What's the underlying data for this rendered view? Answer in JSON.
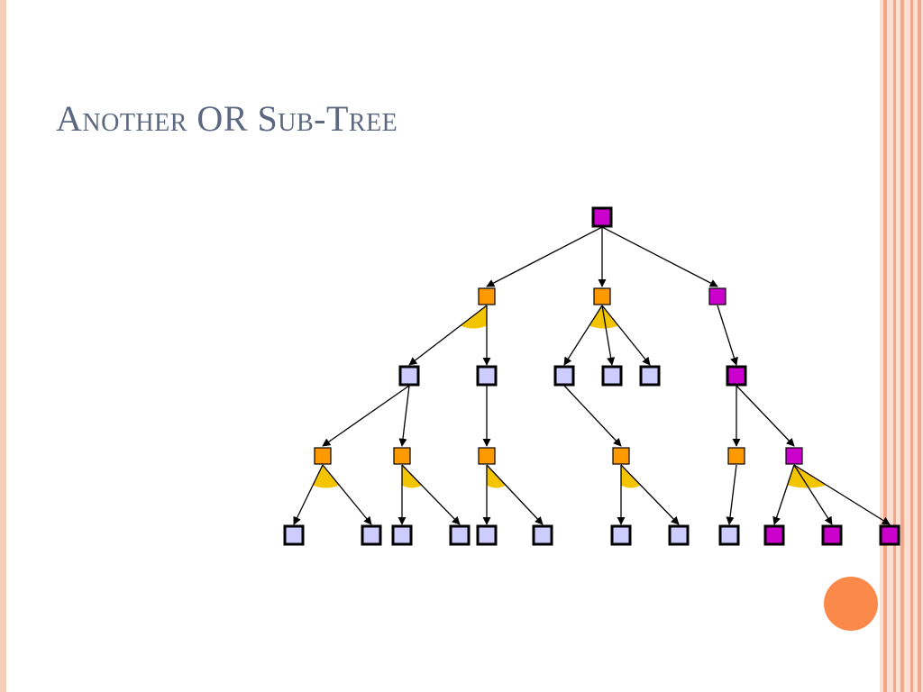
{
  "slide": {
    "title": "Another OR Sub-Tree"
  },
  "colors": {
    "goal_node": "#cc00cc",
    "or_node": "#ff9900",
    "leaf_node": "#ccccff",
    "and_arc": "#f2c500",
    "edge": "#000000",
    "title": "#5c6880",
    "accent_dot": "#fb8a4a",
    "border_stripe": "#f3a78a"
  },
  "tree": {
    "root": {
      "kind": "goal",
      "children": [
        {
          "kind": "or",
          "and_arc": true,
          "children": [
            {
              "kind": "leaf",
              "children": [
                {
                  "kind": "or",
                  "and_arc": true,
                  "children": [
                    {
                      "kind": "leaf"
                    },
                    {
                      "kind": "leaf"
                    }
                  ]
                },
                {
                  "kind": "or",
                  "and_arc": true,
                  "children": [
                    {
                      "kind": "leaf"
                    },
                    {
                      "kind": "leaf"
                    }
                  ]
                }
              ]
            },
            {
              "kind": "leaf",
              "children": [
                {
                  "kind": "or",
                  "and_arc": true,
                  "children": [
                    {
                      "kind": "leaf"
                    },
                    {
                      "kind": "leaf"
                    }
                  ]
                }
              ]
            }
          ]
        },
        {
          "kind": "or",
          "and_arc": true,
          "children": [
            {
              "kind": "leaf",
              "children": [
                {
                  "kind": "or",
                  "and_arc": true,
                  "children": [
                    {
                      "kind": "leaf"
                    },
                    {
                      "kind": "leaf"
                    }
                  ]
                }
              ]
            },
            {
              "kind": "leaf"
            },
            {
              "kind": "leaf"
            }
          ]
        },
        {
          "kind": "goal_small",
          "children": [
            {
              "kind": "goal",
              "children": [
                {
                  "kind": "or",
                  "children": [
                    {
                      "kind": "leaf"
                    }
                  ]
                },
                {
                  "kind": "goal_small",
                  "and_arc": true,
                  "children": [
                    {
                      "kind": "goal"
                    },
                    {
                      "kind": "goal"
                    },
                    {
                      "kind": "goal"
                    }
                  ]
                }
              ]
            }
          ]
        }
      ]
    }
  }
}
